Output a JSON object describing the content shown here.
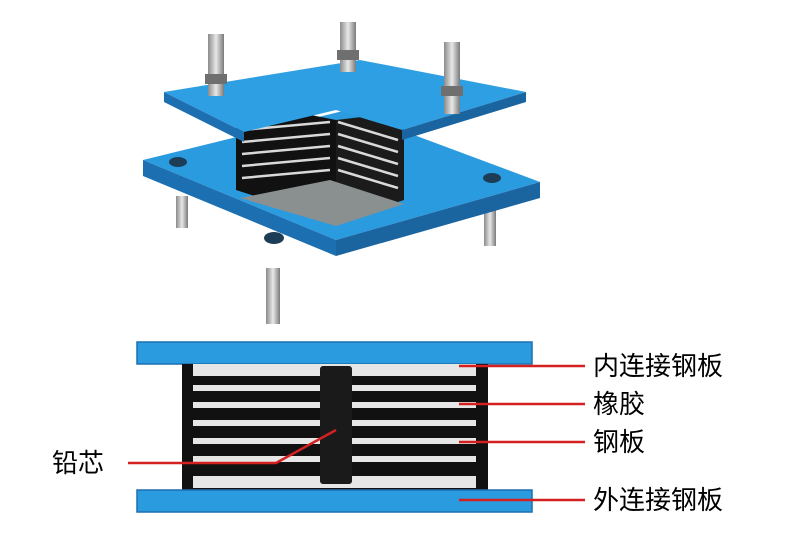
{
  "figure": {
    "colors": {
      "plate_blue": "#2b9be0",
      "plate_edge": "#1c6fb0",
      "rubber": "#111111",
      "shim": "#e6e6e6",
      "leader": "#d42020"
    },
    "isometric_view": {
      "description_icons": [
        "bearing-3d-icon",
        "anchor-bolt-icon"
      ]
    },
    "cross_section": {
      "labels": {
        "inner_plate": "内连接钢板",
        "rubber": "橡胶",
        "steel_plate": "钢板",
        "outer_plate": "外连接钢板",
        "lead_core": "铅芯"
      }
    }
  }
}
